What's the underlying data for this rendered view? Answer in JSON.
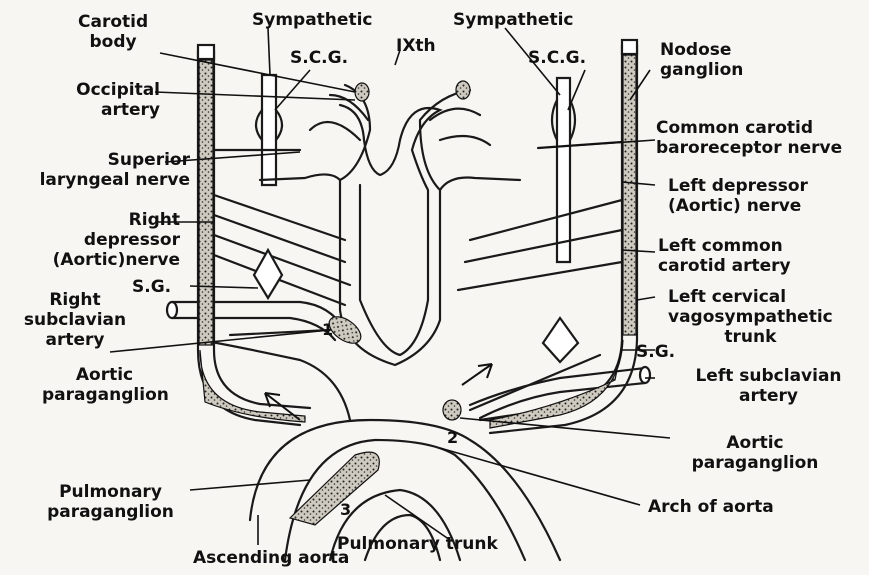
{
  "labels": {
    "carotid_body": [
      "Carotid",
      "body"
    ],
    "sympathetic_left": "Sympathetic",
    "sympathetic_right": "Sympathetic",
    "scg_left": "S.C.G.",
    "scg_right": "S.C.G.",
    "ixth": "IXth",
    "nodose_ganglion": [
      "Nodose",
      "ganglion"
    ],
    "occipital_artery": [
      "Occipital",
      "artery"
    ],
    "common_carotid_baroreceptor_nerve": [
      "Common carotid",
      "baroreceptor nerve"
    ],
    "superior_laryngeal_nerve": [
      "Superior",
      "laryngeal nerve"
    ],
    "left_depressor_nerve": [
      "Left depressor",
      "(Aortic) nerve"
    ],
    "right_depressor_nerve": [
      "Right",
      "depressor",
      "(Aortic)nerve"
    ],
    "left_common_carotid_artery": [
      "Left common",
      "carotid artery"
    ],
    "sg_right": "S.G.",
    "left_cervical_vagosympathetic_trunk": [
      "Left cervical",
      "vagosympathetic",
      "trunk"
    ],
    "right_subclavian_artery": [
      "Right",
      "subclavian",
      "artery"
    ],
    "sg_left": "S.G.",
    "left_subclavian_artery": [
      "Left subclavian",
      "artery"
    ],
    "aortic_paraganglion_right": [
      "Aortic",
      "paraganglion"
    ],
    "aortic_paraganglion_left": [
      "Aortic",
      "paraganglion"
    ],
    "pulmonary_paraganglion": [
      "Pulmonary",
      "paraganglion"
    ],
    "arch_of_aorta": "Arch of aorta",
    "pulmonary_trunk": "Pulmonary trunk",
    "ascending_aorta": "Ascending aorta",
    "num_1": "1",
    "num_2": "2",
    "num_3": "3"
  }
}
